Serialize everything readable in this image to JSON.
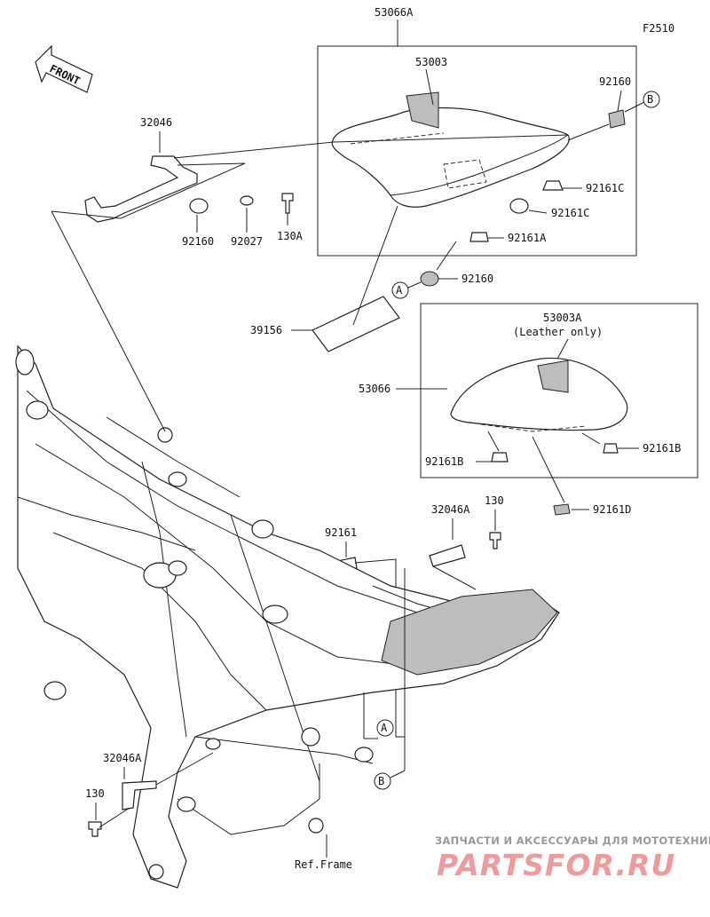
{
  "figure_code": "F2510",
  "front_marker": "FRONT",
  "reference_markers": [
    "A",
    "B"
  ],
  "callouts": {
    "seat_assembly": "53066A",
    "seat_cover": "53003",
    "bracket_seat": "32046",
    "damper_1": "92160",
    "washer": "92027",
    "bolt_130A": "130A",
    "damper_top_right": "92160",
    "damper_c1": "92161C",
    "damper_c2": "92161C",
    "damper_a": "92161A",
    "damper_a_marker": "92160",
    "label_pad": "39156",
    "passenger_seat_cover": "53003A",
    "passenger_seat_note": "(Leather only)",
    "passenger_seat": "53066",
    "damper_b_left": "92161B",
    "damper_b_right": "92161B",
    "damper_d": "92161D",
    "bracket_rear": "32046A",
    "bolt_rear": "130",
    "damper_frame": "92161",
    "bracket_lower": "32046A",
    "bolt_lower": "130",
    "ref_frame": "Ref.Frame"
  },
  "watermark": {
    "line1": "ЗАПЧАСТИ И АКСЕССУАРЫ ДЛЯ МОТОТЕХНИКИ",
    "line2": "PARTSFOR.RU"
  },
  "colors": {
    "line": "#222222",
    "watermark_red": "#e97a7a",
    "watermark_gray": "#9a9a9a"
  }
}
